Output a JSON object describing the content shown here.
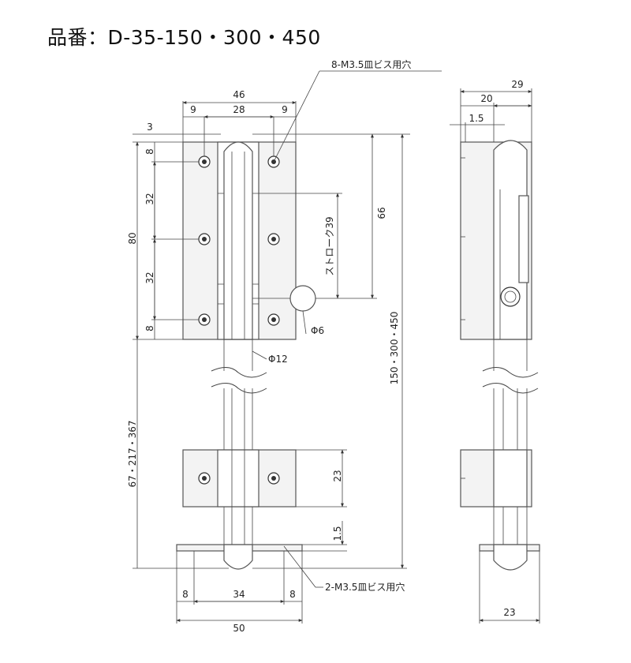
{
  "title": "品番：D-35-150・300・450",
  "labels": {
    "screw_top": "8-M3.5皿ビス用穴",
    "screw_bottom": "2-M3.5皿ビス用穴",
    "stroke": "ストローク39",
    "phi6": "Φ6",
    "phi12": "Φ12"
  },
  "dims": {
    "top_46": "46",
    "top_9a": "9",
    "top_28": "28",
    "top_9b": "9",
    "left_3": "3",
    "left_8a": "8",
    "left_32a": "32",
    "left_80": "80",
    "left_32b": "32",
    "left_8b": "8",
    "right_66": "66",
    "total_len": "150・300・450",
    "rod_len": "67・217・367",
    "catch_23": "23",
    "plate_1_5": "1.5",
    "bot_8a": "8",
    "bot_34": "34",
    "bot_8b": "8",
    "bot_50": "50",
    "side_29": "29",
    "side_20": "20",
    "side_1_5": "1.5",
    "side_23": "23"
  }
}
